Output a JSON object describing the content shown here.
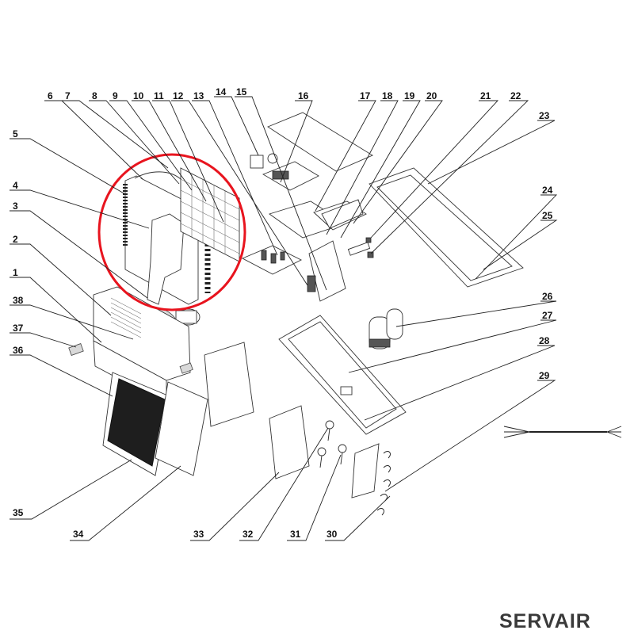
{
  "part_numbers": [
    "1",
    "2",
    "3",
    "4",
    "5",
    "6",
    "7",
    "8",
    "9",
    "10",
    "11",
    "12",
    "13",
    "14",
    "15",
    "16",
    "17",
    "18",
    "19",
    "20",
    "21",
    "22",
    "23",
    "24",
    "25",
    "26",
    "27",
    "28",
    "29",
    "30",
    "31",
    "32",
    "33",
    "34",
    "35",
    "36",
    "37",
    "38"
  ],
  "brand": "SERVAIR",
  "highlight_color": "#e8141e"
}
